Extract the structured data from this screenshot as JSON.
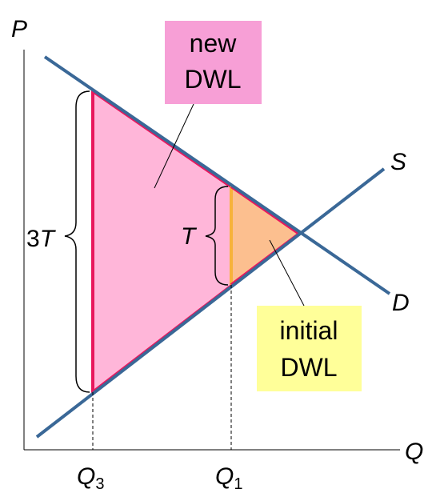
{
  "axes": {
    "y_label": "P",
    "x_label": "Q"
  },
  "curves": {
    "supply_label": "S",
    "demand_label": "D"
  },
  "brackets": {
    "large_prefix": "3",
    "large_var": "T",
    "small_var": "T"
  },
  "ticks": {
    "q3_main": "Q",
    "q3_sub": "3",
    "q1_main": "Q",
    "q1_sub": "1"
  },
  "callouts": {
    "new_dwl": {
      "line1": "new",
      "line2": "DWL",
      "fill": "#f79fd6"
    },
    "initial_dwl": {
      "line1": "initial",
      "line2": "DWL",
      "fill": "#ffff99"
    }
  },
  "colors": {
    "curve": "#3a6897",
    "new_dwl_fill": "#ffb6d9",
    "new_dwl_border": "#e8175d",
    "initial_dwl_fill": "#fcbf8f",
    "initial_dwl_edge": "#f7b23b"
  }
}
